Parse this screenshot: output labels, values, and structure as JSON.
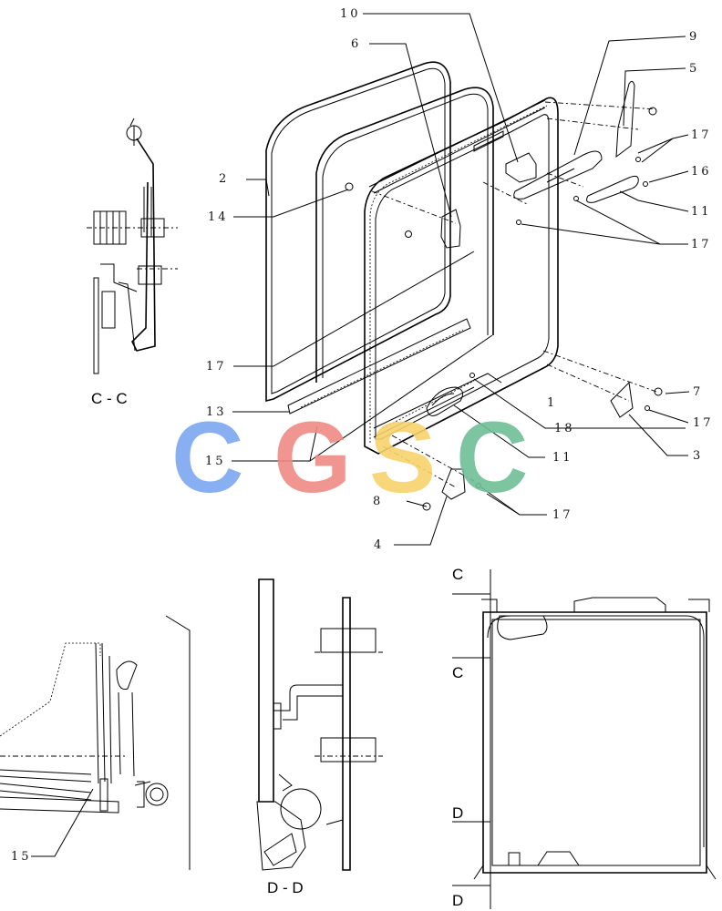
{
  "callouts": {
    "c1": "1",
    "c2": "2",
    "c3": "3",
    "c4": "4",
    "c5": "5",
    "c6": "6",
    "c7": "7",
    "c8": "8",
    "c9": "9",
    "c10": "10",
    "c11a": "11",
    "c11b": "11",
    "c13": "13",
    "c14": "14",
    "c15a": "15",
    "c15b": "15",
    "c16": "16",
    "c17a": "17",
    "c17b": "17",
    "c17c": "17",
    "c17d": "17",
    "c17e": "17",
    "c18": "18"
  },
  "sections": {
    "cc": "C - C",
    "dd": "D - D",
    "c_top": "C",
    "c_mid": "C",
    "d_mid": "D",
    "d_bot": "D"
  },
  "watermark": {
    "text": "CGSC",
    "colors": [
      "#7da7f2",
      "#f08a86",
      "#f7d36c",
      "#6fbf97"
    ]
  }
}
